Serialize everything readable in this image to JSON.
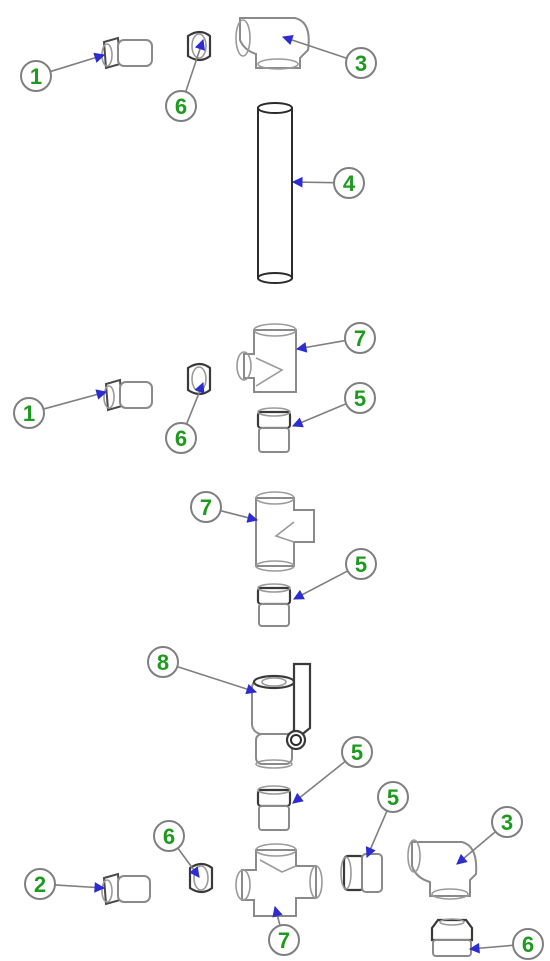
{
  "callouts": [
    {
      "label": "1"
    },
    {
      "label": "6"
    },
    {
      "label": "3"
    },
    {
      "label": "4"
    },
    {
      "label": "7"
    },
    {
      "label": "1"
    },
    {
      "label": "6"
    },
    {
      "label": "5"
    },
    {
      "label": "7"
    },
    {
      "label": "5"
    },
    {
      "label": "8"
    },
    {
      "label": "5"
    },
    {
      "label": "5"
    },
    {
      "label": "3"
    },
    {
      "label": "6"
    },
    {
      "label": "2"
    },
    {
      "label": "7"
    },
    {
      "label": "6"
    }
  ],
  "colors": {
    "label_text": "#1e9a1e",
    "arrow_head": "#2c2cd0",
    "outline": "#7f7f7f"
  }
}
